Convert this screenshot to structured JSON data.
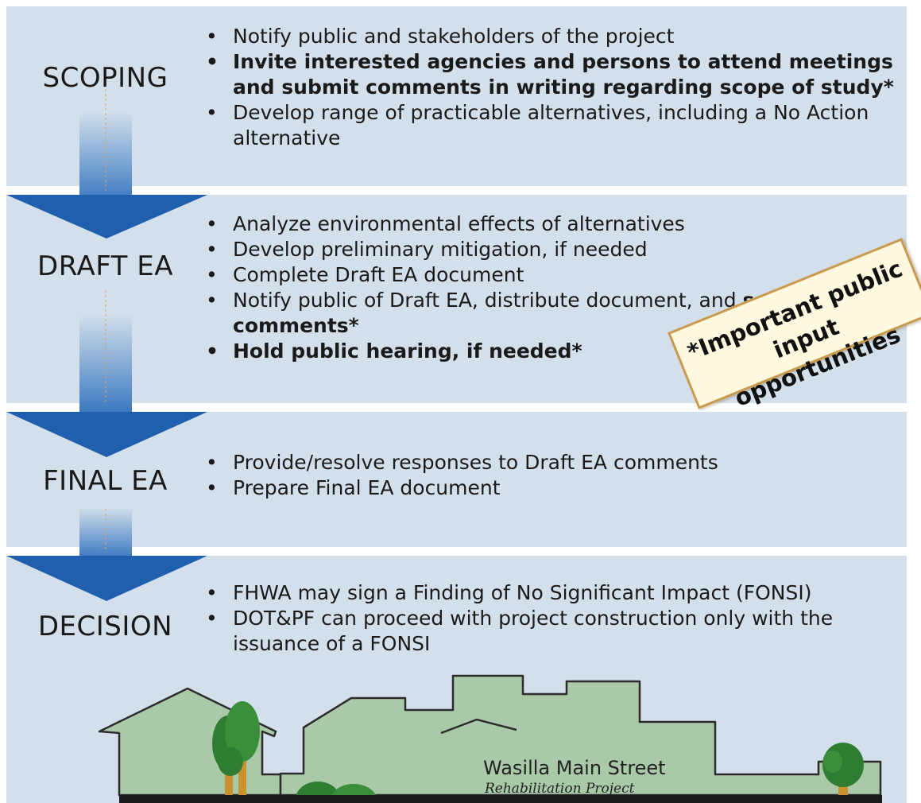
{
  "stages": [
    {
      "title": "SCOPING",
      "items": [
        {
          "text": "Notify public and stakeholders of the project",
          "bold": false
        },
        {
          "text": "Invite interested agencies and persons to attend meetings and submit comments in writing regarding scope of study*",
          "bold": true
        },
        {
          "text": "Develop range of practicable alternatives, including a No Action alternative",
          "bold": false
        }
      ]
    },
    {
      "title": "DRAFT EA",
      "items": [
        {
          "text": "Analyze environmental effects of alternatives",
          "bold": false
        },
        {
          "text": "Develop preliminary mitigation, if needed",
          "bold": false
        },
        {
          "text": "Complete Draft EA document",
          "bold": false
        },
        {
          "text_plain": "Notify public of Draft EA, distribute document, and ",
          "text_bold": "solicit comments*"
        },
        {
          "text": "Hold public hearing, if needed*",
          "bold": true
        }
      ]
    },
    {
      "title": "FINAL EA",
      "items": [
        {
          "text": "Provide/resolve responses to Draft EA comments",
          "bold": false
        },
        {
          "text": "Prepare Final EA document",
          "bold": false
        }
      ]
    },
    {
      "title": "DECISION",
      "items": [
        {
          "text": "FHWA may sign a Finding of No Significant Impact (FONSI)",
          "bold": false
        },
        {
          "text": "DOT&PF can proceed with project construction only with the issuance of a FONSI",
          "bold": false
        }
      ]
    }
  ],
  "callout": {
    "line1": "*Important public",
    "line2": "input opportunities"
  },
  "logo": {
    "name": "Wasilla Main Street",
    "subtitle": "Rehabilitation Project"
  },
  "colors": {
    "band": "#d3e0ec",
    "arrow": "#1f5fae",
    "skyline": "#a9c9a8",
    "tree": "#2e7d32",
    "trunk": "#c9922e"
  }
}
